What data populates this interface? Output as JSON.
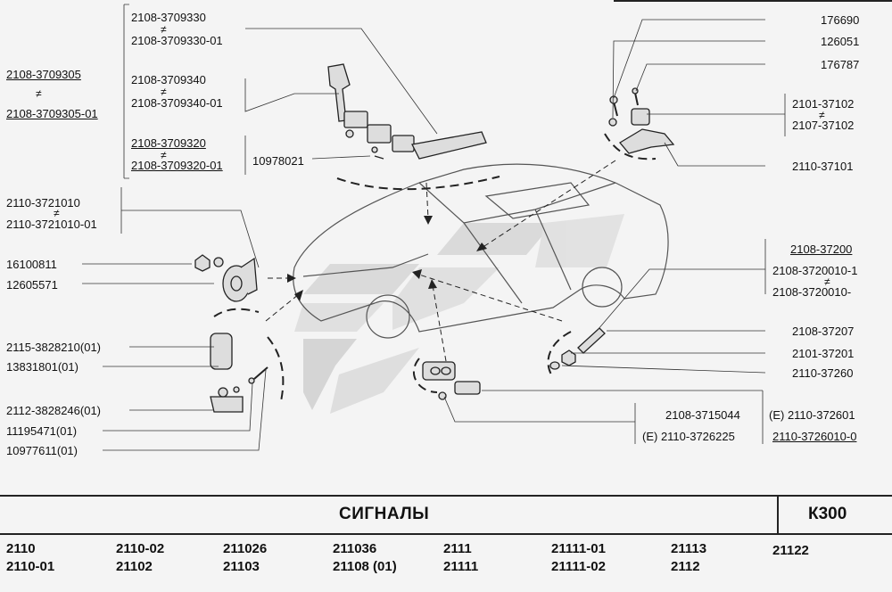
{
  "page": {
    "title": "СИГНАЛЫ",
    "code": "К300"
  },
  "labels": {
    "sw_a1": "2108-3709330",
    "sw_a2": "2108-3709330-01",
    "sw_b1": "2108-3709340",
    "sw_b2": "2108-3709340-01",
    "sw_c1": "2108-3709320",
    "sw_c2": "2108-3709320-01",
    "screw_small": "10978021",
    "left_a1": "2108-3709305",
    "left_a2": "2108-3709305-01",
    "horn_a1": "2110-3721010",
    "horn_a2": "2110-3721010-01",
    "nut_a": "16100811",
    "washer_a": "12605571",
    "sensor": "2115-3828210(01)",
    "sensor_b": "13831801(01)",
    "bracket_b": "2112-3828246(01)",
    "washer_b": "11195471(01)",
    "bolt_b": "10977611(01)",
    "tr1": "176690",
    "tr2": "126051",
    "tr3": "176787",
    "tr4a": "2101-37102",
    "tr4b": "2107-37102",
    "tr5": "2110-37101",
    "mr1": "2108-37200",
    "mr2": "2108-3720010-1",
    "mr3": "2108-3720010-",
    "br1": "2108-37207",
    "br2": "2101-37201",
    "br3": "2110-37260",
    "lamp_a": "2108-3715044",
    "lamp_b": "(E) 2110-3726225",
    "lamp_c": "(E) 2110-372601",
    "lamp_d": "2110-3726010-0",
    "neq": "≠"
  },
  "models": [
    [
      "2110",
      "2110-01"
    ],
    [
      "2110-02",
      "21102"
    ],
    [
      "211026",
      "21103"
    ],
    [
      "211036",
      "21108  (01)"
    ],
    [
      "2111",
      "21111"
    ],
    [
      "21111-01",
      "21111-02"
    ],
    [
      "21113",
      "2112"
    ],
    [
      "21122",
      ""
    ]
  ]
}
